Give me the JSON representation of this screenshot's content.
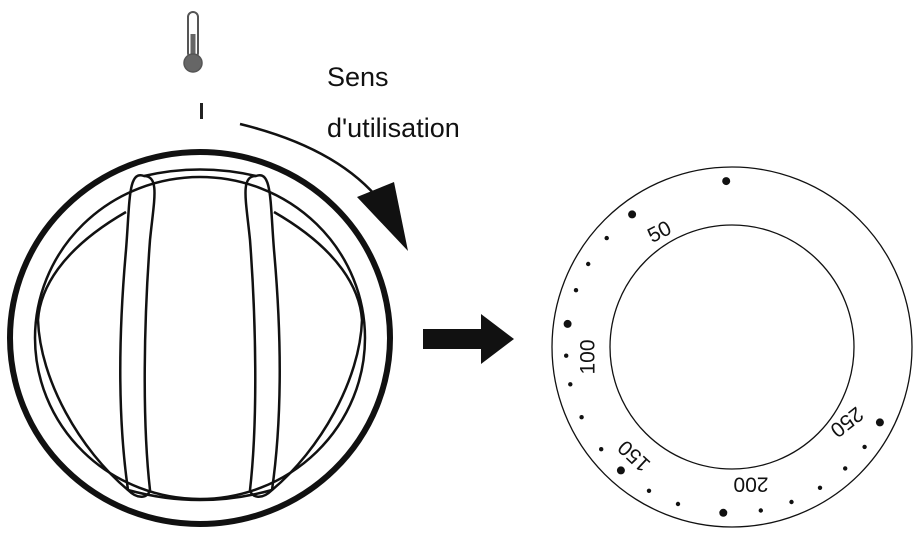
{
  "annotation": {
    "line1": "Sens",
    "line2": "d'utilisation"
  },
  "dial": {
    "numbers": [
      "50",
      "100",
      "150",
      "200",
      "250"
    ]
  },
  "icons": {
    "temperature": "thermometer-icon",
    "direction": "curved-arrow-icon",
    "transition": "right-arrow-icon"
  },
  "colors": {
    "ink": "#111111",
    "background": "#ffffff"
  }
}
